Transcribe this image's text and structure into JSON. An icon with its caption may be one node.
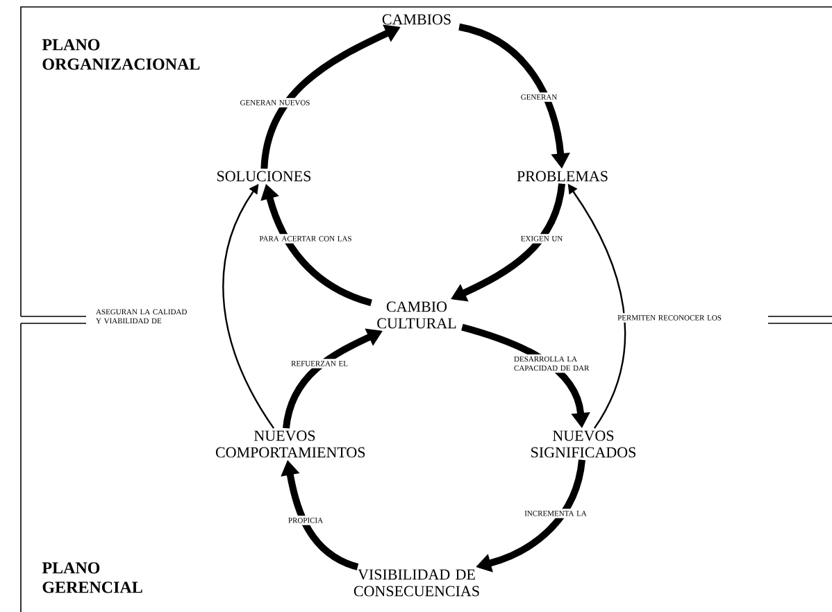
{
  "diagram": {
    "nodes": [
      {
        "text": [
          "CAMBIOS"
        ]
      },
      {
        "text": [
          "SOLUCIONES"
        ]
      },
      {
        "text": [
          "PROBLEMAS"
        ]
      },
      {
        "text": [
          "CAMBIO CULTURAL"
        ]
      },
      {
        "text": [
          "NUEVOS COMPORTAMIENTOS"
        ]
      },
      {
        "text": [
          "NUEVOS SIGNIFICADOS"
        ]
      },
      {
        "text": [
          "VISIBILIDAD DE CONSECUENCIAS"
        ]
      }
    ],
    "edges": [
      {
        "from": 1,
        "to": 0,
        "arrow": "to",
        "label": "GENERAN NUEVOS"
      },
      {
        "from": 0,
        "to": 2,
        "arrow": "to",
        "label": "GENERAN"
      },
      {
        "from": 2,
        "to": 3,
        "arrow": "to",
        "label": "EXIGEN UN"
      },
      {
        "from": 3,
        "to": 1,
        "arrow": "to",
        "label": "PARA ACERTAR CON LAS"
      },
      {
        "from": 3,
        "to": 5,
        "arrow": "to",
        "label": "DESARROLLA LA CAPACIDAD DE DAR"
      },
      {
        "from": 5,
        "to": 6,
        "arrow": "to",
        "label": "INCREMENTA LA"
      },
      {
        "from": 6,
        "to": 4,
        "arrow": "to",
        "label": "PROPICIA"
      },
      {
        "from": 4,
        "to": 3,
        "arrow": "to",
        "label": "REFUERZAN EL"
      },
      {
        "from": 4,
        "to": 1,
        "arrow": "to",
        "label": "ASEGURAN LA CALIDAD Y VIABILIDAD DE"
      },
      {
        "from": 5,
        "to": 2,
        "arrow": "to",
        "label": "PERMITEN RECONOCER LOS"
      }
    ],
    "labels": [
      "PLANO ORGANIZACIONAL",
      "PLANO GERENCIAL"
    ]
  }
}
